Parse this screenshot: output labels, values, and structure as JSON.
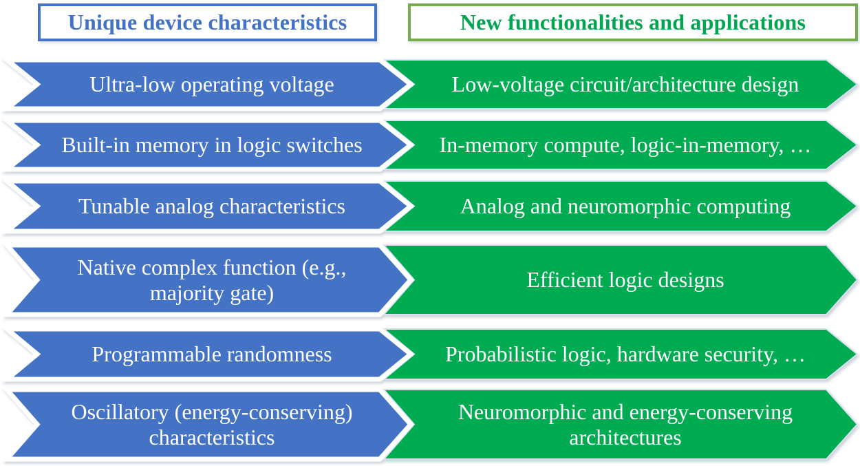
{
  "figure": {
    "type": "two-column chevron mapping diagram",
    "headers": {
      "left": "Unique device characteristics",
      "right": "New functionalities and applications"
    }
  },
  "rows": [
    {
      "characteristic": "Ultra-low operating voltage",
      "application": "Low-voltage circuit/architecture design"
    },
    {
      "characteristic": "Built-in memory in logic switches",
      "application": "In-memory compute, logic-in-memory, …"
    },
    {
      "characteristic": "Tunable analog characteristics",
      "application": "Analog and neuromorphic computing"
    },
    {
      "characteristic": "Native complex function (e.g., majority gate)",
      "application": "Efficient logic designs"
    },
    {
      "characteristic": "Programmable randomness",
      "application": "Probabilistic logic, hardware security, …"
    },
    {
      "characteristic": "Oscillatory (energy-conserving) characteristics",
      "application": "Neuromorphic and energy-conserving architectures"
    }
  ],
  "colors": {
    "characteristic_arrow_fill": "#4472C4",
    "application_arrow_fill": "#00AB52",
    "arrow_text": "#FFFFFF",
    "header_left_border": "#4472C4",
    "header_left_text": "#4472C4",
    "header_right_border": "#77AC4C",
    "header_right_text": "#00A651",
    "application_arrow_outline": "#D9E2F3",
    "characteristic_arrow_outline": "#FFFFFF"
  }
}
